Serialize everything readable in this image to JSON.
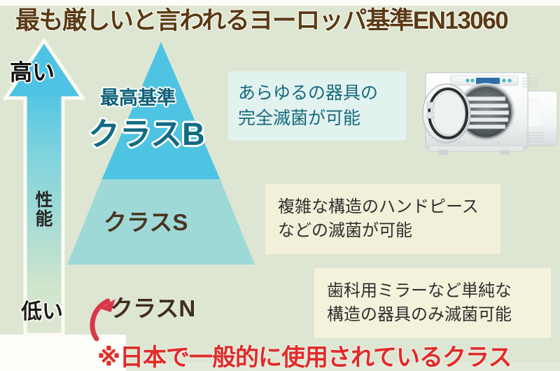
{
  "title": "最も厳しいと言われるヨーロッパ基準EN13060",
  "axis": {
    "high_label": "高い",
    "performance_label": "性能",
    "low_label": "低い",
    "arrow_icon": "up-arrow-icon"
  },
  "pyramid": {
    "tiers": [
      {
        "id": "class-b",
        "eyebrow": "最高基準",
        "name": "クラスB",
        "color": "#4ec4e2"
      },
      {
        "id": "class-s",
        "name": "クラスS",
        "color": "#9ed9d7"
      },
      {
        "id": "class-n",
        "name": "クラスN",
        "color": "#dde6d2"
      }
    ]
  },
  "callouts": [
    {
      "id": "callout-class-b",
      "text": "あらゆるの器具の\n完全滅菌が可能",
      "bg": "#e2f2ee",
      "color": "#15697f"
    },
    {
      "id": "callout-class-s",
      "text": "複雑な構造のハンドピース\nなどの滅菌が可能",
      "bg": "#f3f0d9",
      "color": "#2f2f2f"
    },
    {
      "id": "callout-class-n",
      "text": "歯科用ミラーなど単純な\n構造の器具のみ滅菌可能",
      "bg": "#f5f2dc",
      "color": "#2f2f2f"
    }
  ],
  "footnote": {
    "text": "※日本で一般的に使用されているクラス",
    "color": "#e02b2b",
    "pointer_icon": "curved-arrow-icon"
  },
  "device": {
    "name": "autoclave-sterilizer-photo"
  },
  "colors": {
    "background": "#dde6d2",
    "title_text": "#5a3a15",
    "accent_cyan": "#4ec4e2",
    "accent_teal": "#9ed9d7",
    "accent_red": "#e02b2b"
  }
}
